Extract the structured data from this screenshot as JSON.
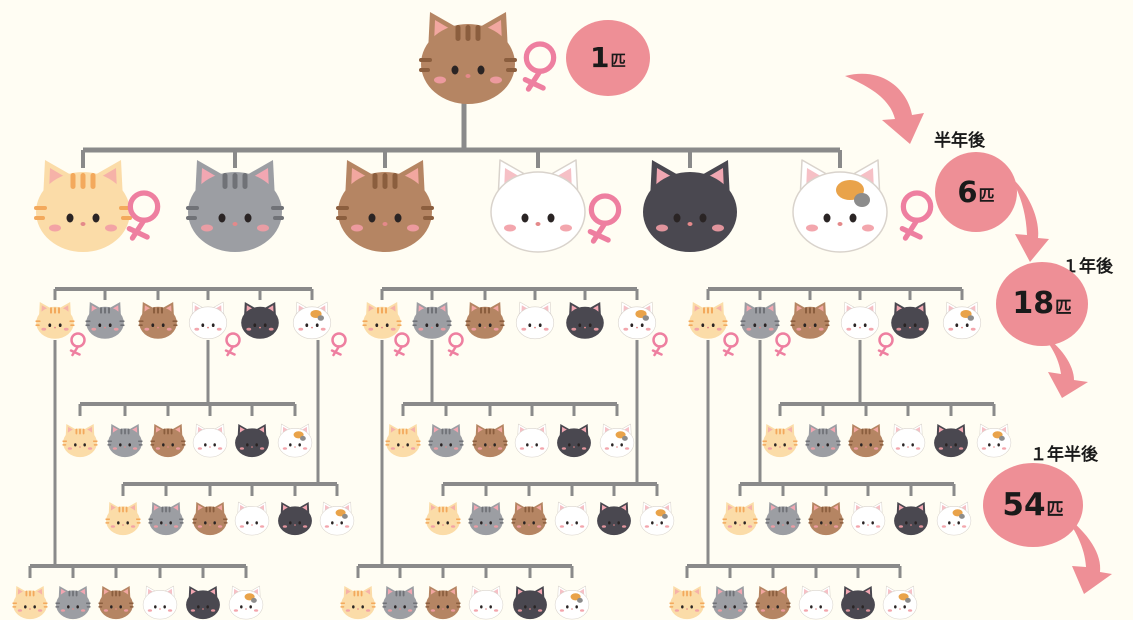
{
  "colors": {
    "line": "#8a8a8a",
    "bubble": "#ee8f96",
    "arrow": "#ee8f96",
    "female_symbol": "#ee7fa0",
    "background": "#fffdf3"
  },
  "cats": {
    "orange_tabby": {
      "fur": "#fbdca8",
      "stripe": "#f3a95c",
      "ear": "#f6b2a8"
    },
    "gray_tabby": {
      "fur": "#9c9ea3",
      "stripe": "#707277",
      "ear": "#f2a7b2"
    },
    "brown_tabby": {
      "fur": "#b58563",
      "stripe": "#8b5e3e",
      "ear": "#f2a7a0"
    },
    "white": {
      "fur": "#ffffff",
      "stripe": "#ffffff",
      "ear": "#f6c0c6"
    },
    "black": {
      "fur": "#4a4850",
      "stripe": "#4a4850",
      "ear": "#f2a7b2"
    },
    "calico": {
      "fur": "#ffffff",
      "stripe": "#e9a34a",
      "ear": "#f6c0c6"
    }
  },
  "stages": [
    {
      "count": "1",
      "unit": "匹",
      "period": ""
    },
    {
      "count": "6",
      "unit": "匹",
      "period": "半年後"
    },
    {
      "count": "18",
      "unit": "匹",
      "period": "１年後"
    },
    {
      "count": "54",
      "unit": "匹",
      "period": "１年半後"
    }
  ]
}
